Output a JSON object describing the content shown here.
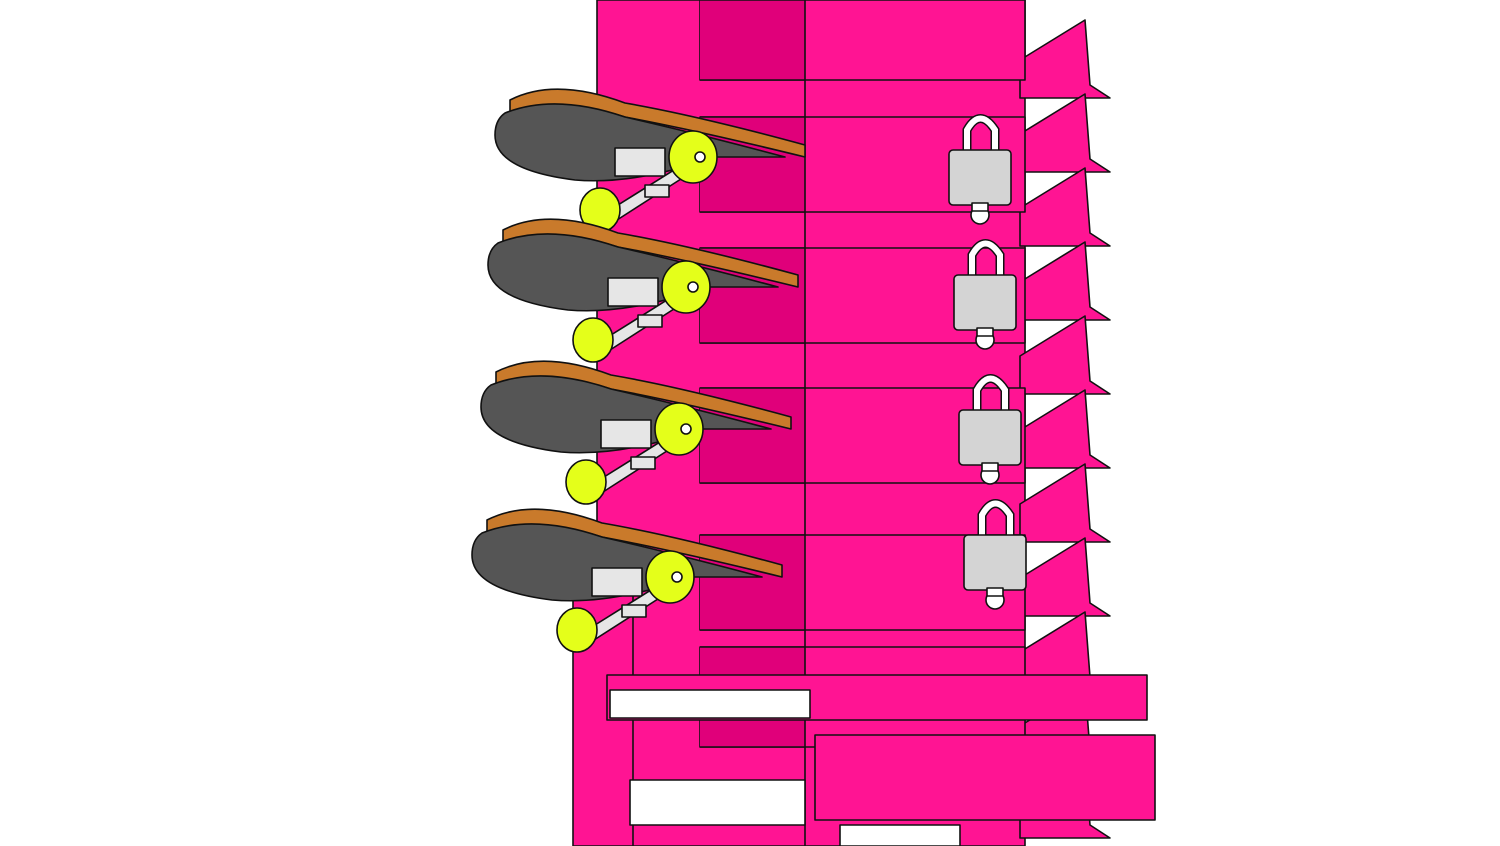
{
  "scene": {
    "subject": "skateboard-rack-render",
    "colors": {
      "background": "#ffffff",
      "rack_pink": "#ff1493",
      "rack_shadow": "#e0007a",
      "outline": "#111111",
      "deck_grip": "#555555",
      "deck_wood": "#c97a2b",
      "wheel": "#e4ff1a",
      "truck_metal": "#e6e6e6",
      "lock_body": "#d4d4d4",
      "lock_shackle": "#ffffff"
    },
    "skateboard_count": 4,
    "padlock_count": 4,
    "rack_rail_count": 11
  },
  "icons": [
    "skateboard-icon",
    "padlock-icon",
    "key-icon",
    "wheel-icon"
  ]
}
